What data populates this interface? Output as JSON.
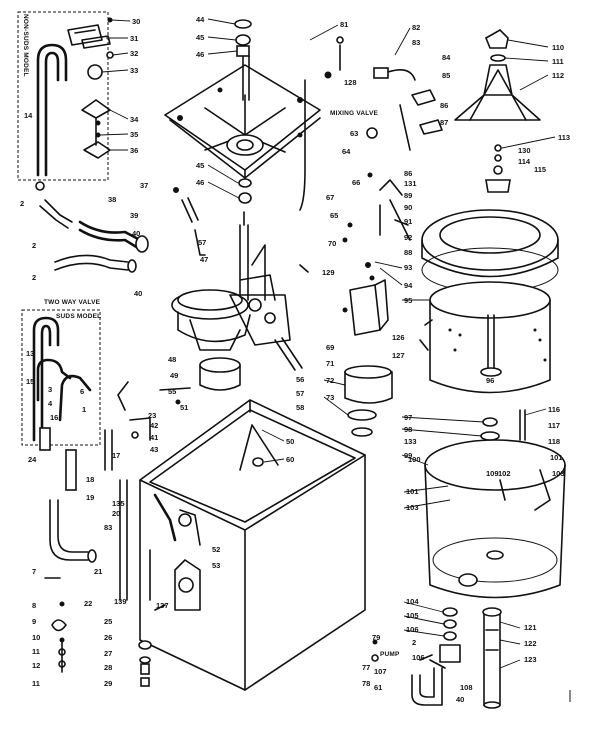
{
  "labels": {
    "non_suds_model": "NON-SUDS MODEL",
    "two_way_valve": "TWO WAY VALVE",
    "suds_model": "SUDS MODEL",
    "mixing_valve": "MIXING VALVE",
    "pump": "PUMP"
  },
  "callouts": [
    {
      "id": "c30",
      "text": "30"
    },
    {
      "id": "c31",
      "text": "31"
    },
    {
      "id": "c32",
      "text": "32"
    },
    {
      "id": "c33",
      "text": "33"
    },
    {
      "id": "c34",
      "text": "34"
    },
    {
      "id": "c35",
      "text": "35"
    },
    {
      "id": "c36",
      "text": "36"
    },
    {
      "id": "c14",
      "text": "14"
    },
    {
      "id": "c44",
      "text": "44"
    },
    {
      "id": "c45a",
      "text": "45"
    },
    {
      "id": "c46a",
      "text": "46"
    },
    {
      "id": "c81",
      "text": "81"
    },
    {
      "id": "c82",
      "text": "82"
    },
    {
      "id": "c83",
      "text": "83"
    },
    {
      "id": "c84",
      "text": "84"
    },
    {
      "id": "c85",
      "text": "85"
    },
    {
      "id": "c86a",
      "text": "86"
    },
    {
      "id": "c87",
      "text": "87"
    },
    {
      "id": "c110",
      "text": "110"
    },
    {
      "id": "c111",
      "text": "111"
    },
    {
      "id": "c112",
      "text": "112"
    },
    {
      "id": "c128",
      "text": "128"
    },
    {
      "id": "c63",
      "text": "63"
    },
    {
      "id": "c64",
      "text": "64"
    },
    {
      "id": "c2a",
      "text": "2"
    },
    {
      "id": "c2b",
      "text": "2"
    },
    {
      "id": "c2c",
      "text": "2"
    },
    {
      "id": "c37",
      "text": "37"
    },
    {
      "id": "c38",
      "text": "38"
    },
    {
      "id": "c39",
      "text": "39"
    },
    {
      "id": "c40a",
      "text": "40"
    },
    {
      "id": "c40b",
      "text": "40"
    },
    {
      "id": "c57",
      "text": "57"
    },
    {
      "id": "c45b",
      "text": "45"
    },
    {
      "id": "c46b",
      "text": "46"
    },
    {
      "id": "c67",
      "text": "67"
    },
    {
      "id": "c65",
      "text": "65"
    },
    {
      "id": "c66",
      "text": "66"
    },
    {
      "id": "c86b",
      "text": "86"
    },
    {
      "id": "c131",
      "text": "131"
    },
    {
      "id": "c113",
      "text": "113"
    },
    {
      "id": "c130",
      "text": "130"
    },
    {
      "id": "c114",
      "text": "114"
    },
    {
      "id": "c115",
      "text": "115"
    },
    {
      "id": "c70",
      "text": "70"
    },
    {
      "id": "c89",
      "text": "89"
    },
    {
      "id": "c90",
      "text": "90"
    },
    {
      "id": "c91",
      "text": "91"
    },
    {
      "id": "c92",
      "text": "92"
    },
    {
      "id": "c88",
      "text": "88"
    },
    {
      "id": "c47",
      "text": "47"
    },
    {
      "id": "c129",
      "text": "129"
    },
    {
      "id": "c93",
      "text": "93"
    },
    {
      "id": "c94",
      "text": "94"
    },
    {
      "id": "c95",
      "text": "95"
    },
    {
      "id": "c126",
      "text": "126"
    },
    {
      "id": "c127",
      "text": "127"
    },
    {
      "id": "c96",
      "text": "96"
    },
    {
      "id": "c13",
      "text": "13"
    },
    {
      "id": "c15",
      "text": "15"
    },
    {
      "id": "c48",
      "text": "48"
    },
    {
      "id": "c49",
      "text": "49"
    },
    {
      "id": "c69",
      "text": "69"
    },
    {
      "id": "c71",
      "text": "71"
    },
    {
      "id": "c72",
      "text": "72"
    },
    {
      "id": "c73",
      "text": "73"
    },
    {
      "id": "c56",
      "text": "56"
    },
    {
      "id": "c57b",
      "text": "57"
    },
    {
      "id": "c58",
      "text": "58"
    },
    {
      "id": "c55",
      "text": "55"
    },
    {
      "id": "c51",
      "text": "51"
    },
    {
      "id": "c23",
      "text": "23"
    },
    {
      "id": "c42",
      "text": "42"
    },
    {
      "id": "c41",
      "text": "41"
    },
    {
      "id": "c43",
      "text": "43"
    },
    {
      "id": "c50",
      "text": "50"
    },
    {
      "id": "c60",
      "text": "60"
    },
    {
      "id": "c97",
      "text": "97"
    },
    {
      "id": "c98",
      "text": "98"
    },
    {
      "id": "c133",
      "text": "133"
    },
    {
      "id": "c99",
      "text": "99"
    },
    {
      "id": "c116",
      "text": "116"
    },
    {
      "id": "c117",
      "text": "117"
    },
    {
      "id": "c118",
      "text": "118"
    },
    {
      "id": "c101a",
      "text": "101"
    },
    {
      "id": "c102",
      "text": "102"
    },
    {
      "id": "c103a",
      "text": "103"
    },
    {
      "id": "c100",
      "text": "100"
    },
    {
      "id": "c101b",
      "text": "101"
    },
    {
      "id": "c103b",
      "text": "103"
    },
    {
      "id": "c24",
      "text": "24"
    },
    {
      "id": "c17",
      "text": "17"
    },
    {
      "id": "c18",
      "text": "18"
    },
    {
      "id": "c19",
      "text": "19"
    },
    {
      "id": "c20",
      "text": "20"
    },
    {
      "id": "c135",
      "text": "135"
    },
    {
      "id": "c52",
      "text": "52"
    },
    {
      "id": "c53",
      "text": "53"
    },
    {
      "id": "c83b",
      "text": "83"
    },
    {
      "id": "c21",
      "text": "21"
    },
    {
      "id": "c22",
      "text": "22"
    },
    {
      "id": "c7",
      "text": "7"
    },
    {
      "id": "c8",
      "text": "8"
    },
    {
      "id": "c9",
      "text": "9"
    },
    {
      "id": "c10",
      "text": "10"
    },
    {
      "id": "c11a",
      "text": "11"
    },
    {
      "id": "c12",
      "text": "12"
    },
    {
      "id": "c11b",
      "text": "11"
    },
    {
      "id": "c139",
      "text": "139"
    },
    {
      "id": "c137",
      "text": "137"
    },
    {
      "id": "c25",
      "text": "25"
    },
    {
      "id": "c26",
      "text": "26"
    },
    {
      "id": "c27",
      "text": "27"
    },
    {
      "id": "c28",
      "text": "28"
    },
    {
      "id": "c29",
      "text": "29"
    },
    {
      "id": "c79",
      "text": "79"
    },
    {
      "id": "c77",
      "text": "77"
    },
    {
      "id": "c78",
      "text": "78"
    },
    {
      "id": "c104",
      "text": "104"
    },
    {
      "id": "c105",
      "text": "105"
    },
    {
      "id": "c106a",
      "text": "106"
    },
    {
      "id": "c2d",
      "text": "2"
    },
    {
      "id": "c106b",
      "text": "106"
    },
    {
      "id": "c107",
      "text": "107"
    },
    {
      "id": "c61",
      "text": "61"
    },
    {
      "id": "c40c",
      "text": "40"
    },
    {
      "id": "c108",
      "text": "108"
    },
    {
      "id": "c121",
      "text": "121"
    },
    {
      "id": "c122",
      "text": "122"
    },
    {
      "id": "c123",
      "text": "123"
    },
    {
      "id": "c6",
      "text": "6"
    },
    {
      "id": "c3",
      "text": "3"
    },
    {
      "id": "c4",
      "text": "4"
    },
    {
      "id": "c16",
      "text": "16"
    },
    {
      "id": "c1",
      "text": "1"
    },
    {
      "id": "c109",
      "text": "109"
    }
  ]
}
